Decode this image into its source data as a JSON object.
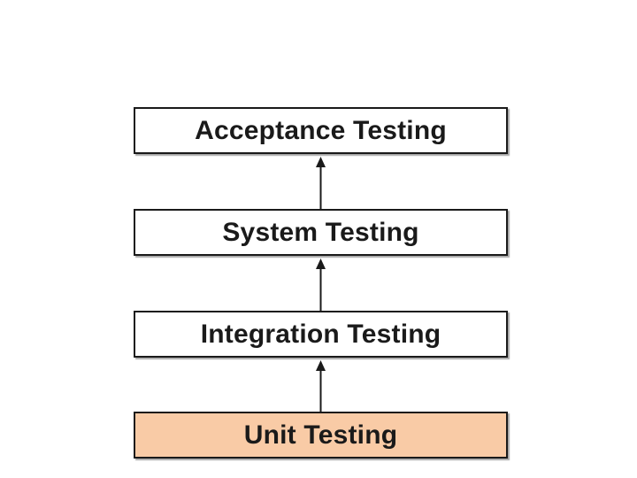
{
  "levels": [
    {
      "label": "Acceptance Testing",
      "highlighted": false
    },
    {
      "label": "System Testing",
      "highlighted": false
    },
    {
      "label": "Integration Testing",
      "highlighted": false
    },
    {
      "label": "Unit Testing",
      "highlighted": true
    }
  ],
  "colors": {
    "box_fill": "#ffffff",
    "highlight_fill": "#f9cba6",
    "border": "#1a1a1a",
    "arrow": "#1a1a1a"
  },
  "arrow_direction": "up"
}
